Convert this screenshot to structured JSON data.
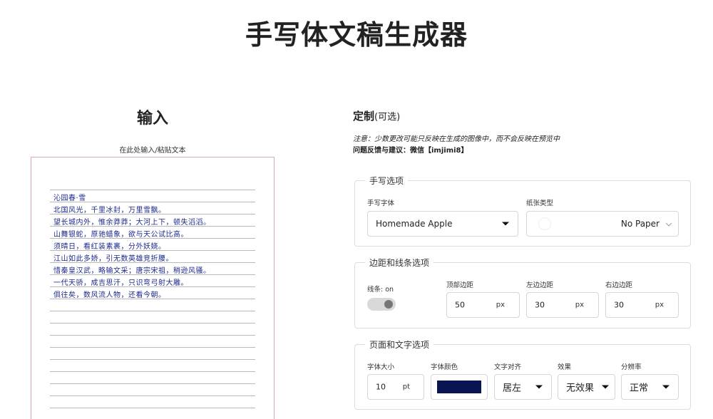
{
  "app_title": "手写体文稿生成器",
  "input": {
    "title": "输入",
    "hint": "在此处输入/粘贴文本",
    "lines": [
      "沁园春·雪",
      "北国风光，千里冰封，万里雪飘。",
      "望长城内外，惟余莽莽；大河上下，顿失滔滔。",
      "山舞银蛇，原驰蜡象，欲与天公试比高。",
      "须晴日，看红装素裹，分外妖娆。",
      "江山如此多娇，引无数英雄竞折腰。",
      "惜秦皇汉武，略输文采；唐宗宋祖，稍逊风骚。",
      "一代天骄，成吉思汗，只识弯弓射大雕。",
      "俱往矣，数风流人物，还看今朝。"
    ]
  },
  "custom": {
    "title": "定制",
    "optional": "(可选)",
    "notice": "注意：少数更改可能只反映在生成的图像中，而不会反映在预览中",
    "feedback": "问题反馈与建议：微信【imjimi8】"
  },
  "handwriting": {
    "legend": "手写选项",
    "font_label": "手写字体",
    "font_value": "Homemade Apple",
    "paper_label": "纸张类型",
    "paper_value": "No Paper"
  },
  "margins": {
    "legend": "边距和线条选项",
    "lines_label": "线条: on",
    "lines_on": true,
    "top_label": "顶部边距",
    "top_value": "50",
    "left_label": "左边边距",
    "left_value": "30",
    "right_label": "右边边距",
    "right_value": "30",
    "unit": "px"
  },
  "page_text": {
    "legend": "页面和文字选项",
    "size_label": "字体大小",
    "size_value": "10",
    "size_unit": "pt",
    "color_label": "字体颜色",
    "color_value": "#0a1450",
    "align_label": "文字对齐",
    "align_value": "居左",
    "effect_label": "效果",
    "effect_value": "无效果",
    "resolution_label": "分辨率",
    "resolution_value": "正常"
  }
}
